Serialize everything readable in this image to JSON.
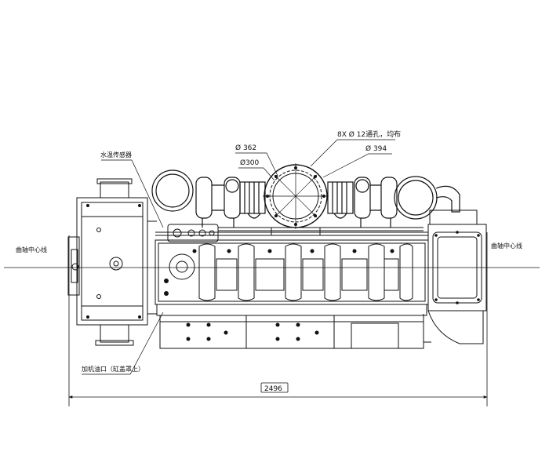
{
  "labels": {
    "water_temp_sensor": "水温传感器",
    "crank_center_left": "曲轴中心线",
    "crank_center_right": "曲轴中心线",
    "oil_filler": "加机油口（缸盖罩上）"
  },
  "dimensions": {
    "hole_spec": "8X Ø 12通孔，均布",
    "d362": "Ø 362",
    "d300": "Ø300",
    "d394": "Ø 394",
    "overall_length": "2496"
  }
}
